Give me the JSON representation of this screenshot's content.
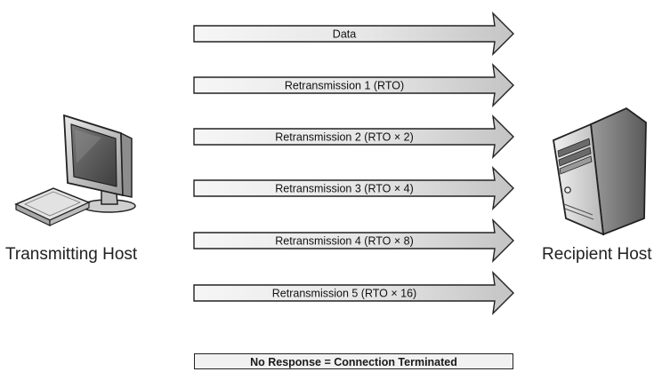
{
  "hosts": {
    "transmitting": "Transmitting Host",
    "recipient": "Recipient Host"
  },
  "transmissions": [
    {
      "label": "Data"
    },
    {
      "label": "Retransmission 1 (RTO)"
    },
    {
      "label": "Retransmission 2 (RTO × 2)"
    },
    {
      "label": "Retransmission 3 (RTO × 4)"
    },
    {
      "label": "Retransmission 4 (RTO × 8)"
    },
    {
      "label": "Retransmission 5 (RTO × 16)"
    }
  ],
  "final_status": "No Response = Connection Terminated",
  "colors": {
    "arrow_fill_light": "#f4f4f4",
    "arrow_fill_dark": "#c8c8c8",
    "outline": "#222222"
  }
}
